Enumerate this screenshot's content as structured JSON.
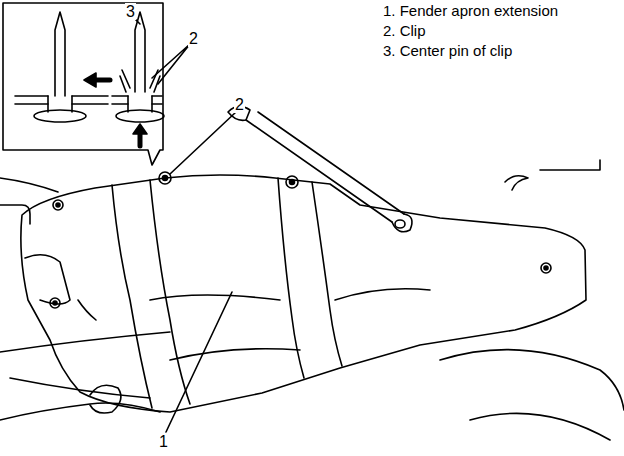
{
  "diagram": {
    "labels": [
      "1. Fender apron extension",
      "2. Clip",
      "3. Center pin of clip",
      "3",
      "2",
      "2",
      "1"
    ]
  }
}
